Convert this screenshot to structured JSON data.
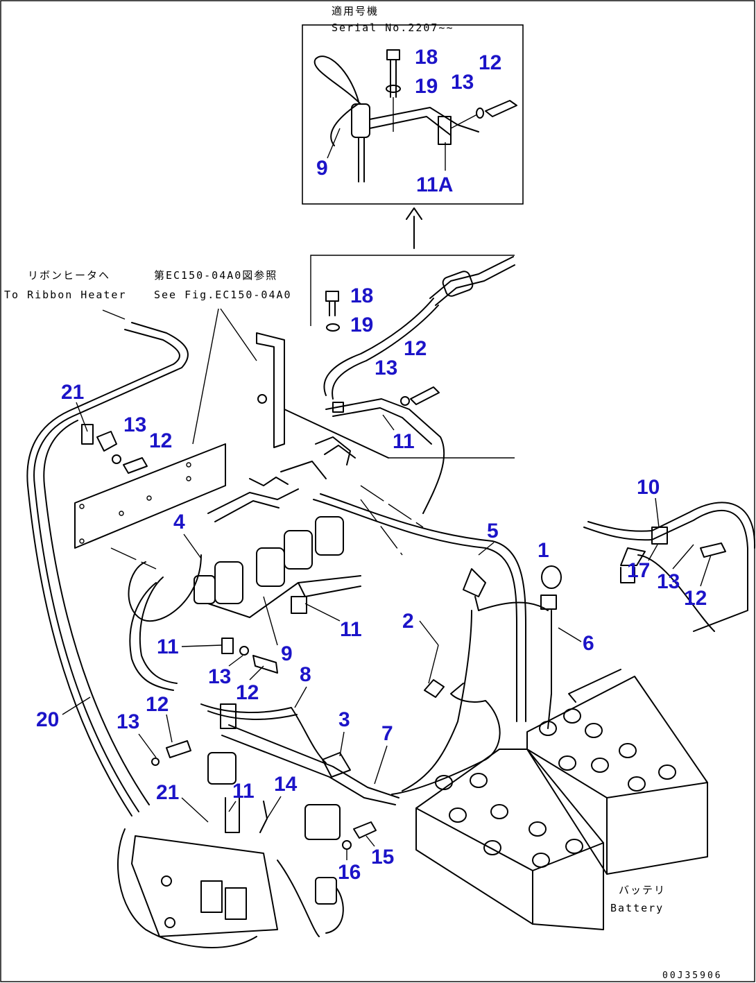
{
  "inset_top": {
    "serial_jp": "適用号機",
    "serial_en": "Serial No.2207~~"
  },
  "notes": {
    "ribbon_heater_jp": "リボンヒータヘ",
    "ribbon_heater_en": "To Ribbon Heater",
    "see_fig_jp": "第EC150-04A0図参照",
    "see_fig_en": "See Fig.EC150-04A0",
    "battery_jp": "バッテリ",
    "battery_en": "Battery"
  },
  "drawing_code": "00J35906",
  "callouts": {
    "c18a": "18",
    "c19a": "19",
    "c12a": "12",
    "c13a": "13",
    "c9a": "9",
    "c11A": "11A",
    "c18b": "18",
    "c19b": "19",
    "c12b": "12",
    "c13b": "13",
    "c11b": "11",
    "c21a": "21",
    "c13c": "13",
    "c12c": "12",
    "c4": "4",
    "c10": "10",
    "c17": "17",
    "c13d": "13",
    "c12d": "12",
    "c5": "5",
    "c1": "1",
    "c6": "6",
    "c2": "2",
    "c11c": "11",
    "c11d": "11",
    "c9b": "9",
    "c13e": "13",
    "c12e": "12",
    "c8": "8",
    "c20": "20",
    "c12f": "12",
    "c13f": "13",
    "c3": "3",
    "c7": "7",
    "c21b": "21",
    "c11e": "11",
    "c14": "14",
    "c15": "15",
    "c16": "16"
  }
}
